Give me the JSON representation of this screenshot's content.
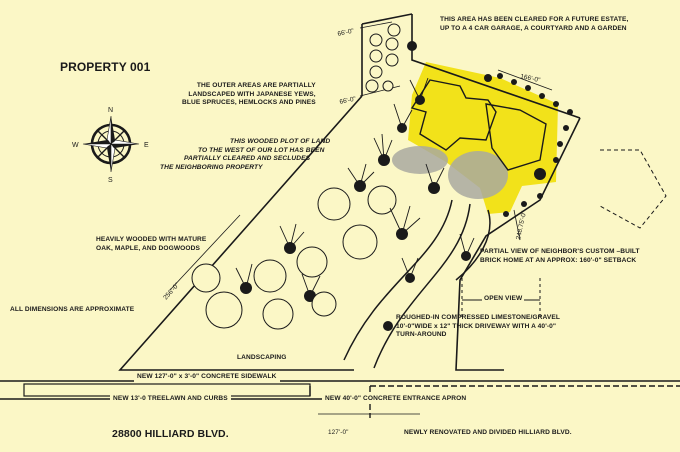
{
  "title": "PROPERTY 001",
  "compass": {
    "n": "N",
    "s": "S",
    "e": "E",
    "w": "W"
  },
  "notes": {
    "cleared": [
      "THIS AREA HAS BEEN CLEARED FOR A FUTURE ESTATE,",
      "UP TO A 4 CAR GARAGE,  A COURTYARD AND A GARDEN"
    ],
    "outer": [
      "THE OUTER AREAS ARE PARTIALLY",
      "LANDSCAPED WITH JAPANESE YEWS,",
      "BLUE SPRUCES, HEMLOCKS AND PINES"
    ],
    "wooded": [
      "THIS WOODED PLOT OF LAND",
      "TO THE WEST OF OUR LOT HAS BEEN",
      "PARTIALLY CLEARED AND SECLUDES",
      "THE NEIGHBORING PROPERTY"
    ],
    "heavily": [
      "HEAVILY WOODED WITH MATURE",
      "OAK, MAPLE, AND DOGWOODS"
    ],
    "approx": "ALL DIMENSIONS ARE APPROXIMATE",
    "neighbor": [
      "PARTIAL VIEW OF NEIGHBOR'S CUSTOM –BUILT",
      "BRICK HOME AT AN APPROX: 160'-0\" SETBACK"
    ],
    "open_view": "OPEN VIEW",
    "driveway": [
      "ROUGHED-IN COMPRESSED LIMESTONE/GRAVEL",
      "10'-0\"WIDE x 12\" THICK DRIVEWAY WITH A 40'-0\"",
      "TURN-AROUND"
    ],
    "landscaping": "LANDSCAPING",
    "sidewalk": "NEW 127'-0\" x 3'-0\" CONCRETE SIDEWALK",
    "treelawn": "NEW 13'-0 TREELAWN AND CURBS",
    "apron": "NEW 40'-0\" CONCRETE ENTRANCE APRON",
    "address": "28800 HILLIARD BLVD.",
    "renovated": "NEWLY RENOVATED AND DIVIDED HILLIARD BLVD."
  },
  "dimensions": {
    "d66a": "66'-0\"",
    "d66b": "66'-0\"",
    "d166": "166'-0\"",
    "d256": "256'-0\"",
    "d248": "248.75'-0\"",
    "d127": "127'-0\""
  },
  "colors": {
    "paper": "#fbf7c6",
    "ink": "#1a1a1a",
    "cleared_area": "#f2e21a",
    "gravel": "#a9a9a0"
  }
}
